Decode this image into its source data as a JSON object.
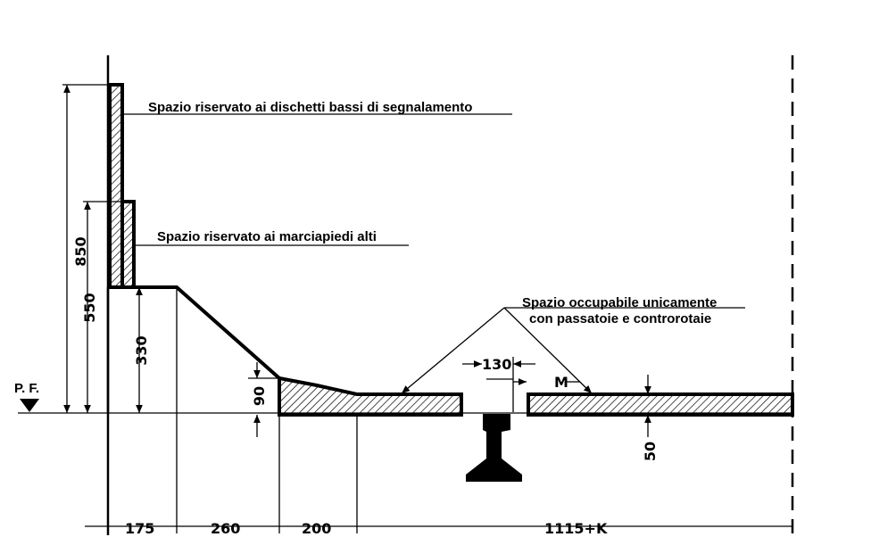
{
  "labels": {
    "dischetti": "Spazio riservato ai dischetti bassi di segnalamento",
    "marciapiedi": "Spazio riservato ai marciapiedi alti",
    "occupabile_line1": "Spazio occupabile unicamente",
    "occupabile_line2": "con passatoie e controrotaie",
    "pf": "P. F."
  },
  "dimensions": {
    "h850": "850",
    "h550": "550",
    "h330": "330",
    "h90": "90",
    "h50": "50",
    "w130": "130",
    "wM": "M",
    "w175": "175",
    "w260": "260",
    "w200": "200",
    "w1115": "1115+K"
  }
}
